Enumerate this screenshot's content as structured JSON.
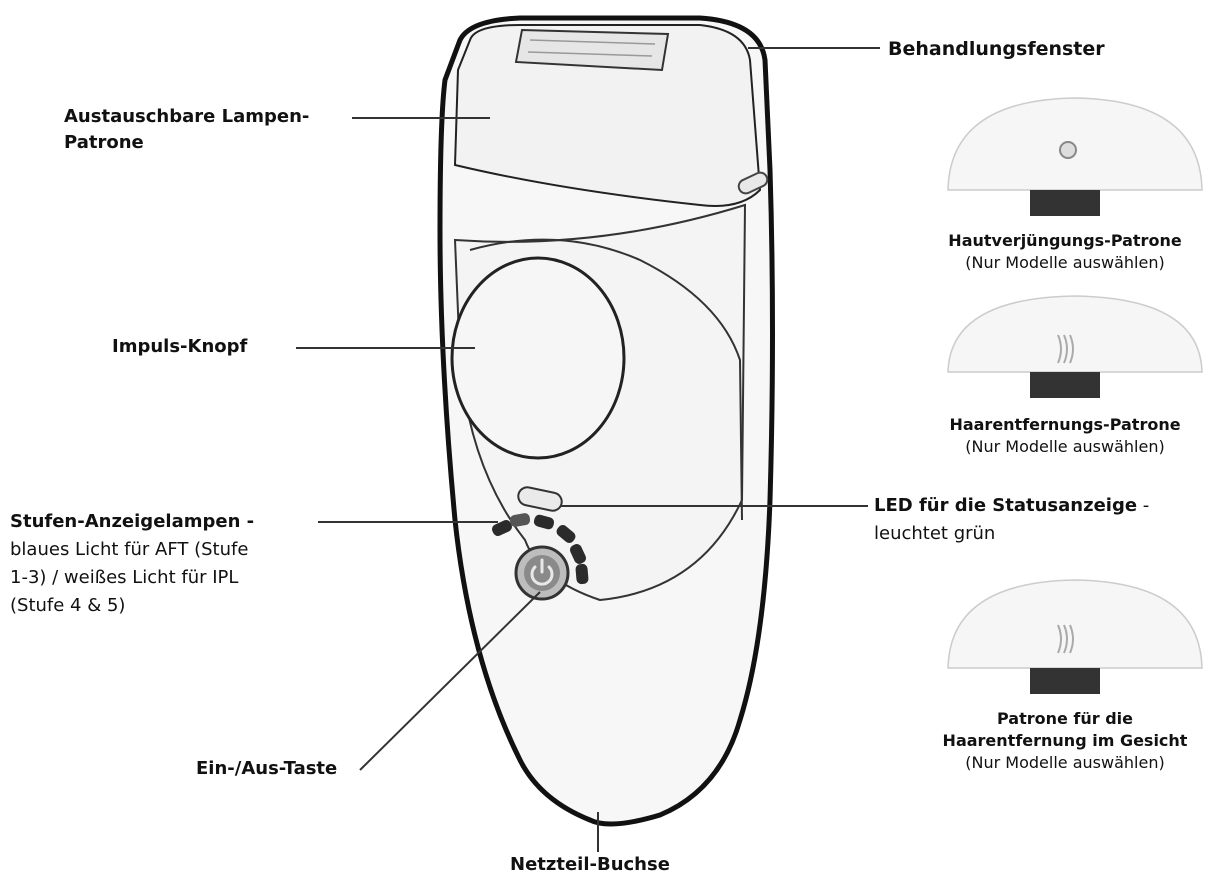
{
  "labels": {
    "treatment_window": "Behandlungsfenster",
    "lamp_cartridge_line1": "Austauschbare Lampen-",
    "lamp_cartridge_line2": "Patrone",
    "pulse_button": "Impuls-Knopf",
    "level_lamps_title": "Stufen-Anzeigelampen -",
    "level_lamps_line1": "blaues Licht für AFT (Stufe",
    "level_lamps_line2": "1-3) / weißes Licht für IPL",
    "level_lamps_line3": "(Stufe 4 & 5)",
    "status_led_title": "LED für die Statusanzeige",
    "status_led_dash": "-",
    "status_led_line2": "leuchtet grün",
    "power_button": "Ein-/Aus-Taste",
    "power_socket": "Netzteil-Buchse"
  },
  "cartridges": [
    {
      "title_line1": "Hautverjüngungs-Patrone",
      "title_line2": "",
      "note": "(Nur Modelle auswählen)",
      "icon": "circle-sensor-icon"
    },
    {
      "title_line1": "Haarentfernungs-Patrone",
      "title_line2": "",
      "note": "(Nur Modelle auswählen)",
      "icon": "hair-strokes-icon"
    },
    {
      "title_line1": "Patrone für die",
      "title_line2": "Haarentfernung im Gesicht",
      "note": "(Nur Modelle auswählen)",
      "icon": "hair-strokes-icon"
    }
  ]
}
